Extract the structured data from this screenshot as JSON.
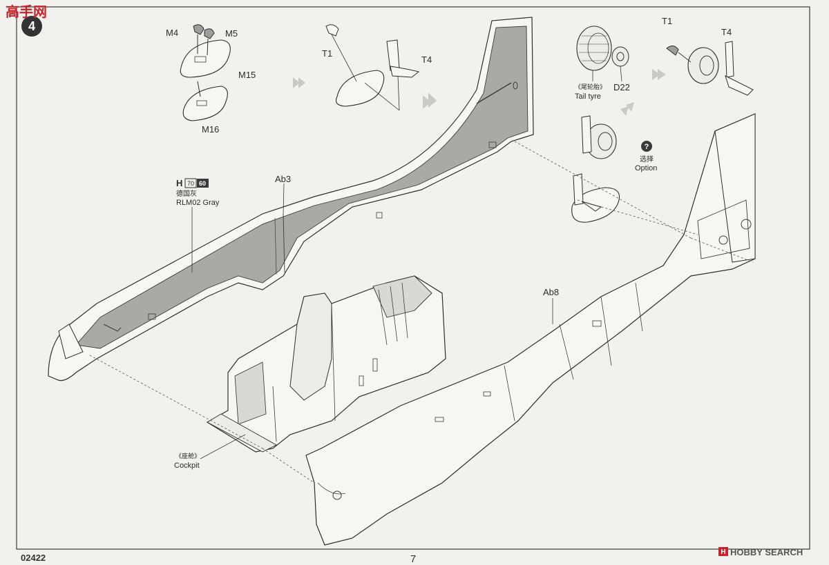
{
  "step": {
    "number": "4",
    "watermark_text": "高手网"
  },
  "part_labels": {
    "m4": "M4",
    "m5": "M5",
    "m15": "M15",
    "m16": "M16",
    "t1_left": "T1",
    "t4_left": "T4",
    "t1_right": "T1",
    "t4_right": "T4",
    "d22": "D22",
    "ab3": "Ab3",
    "ab8": "Ab8"
  },
  "tail_tyre": {
    "cn": "《尾轮胎》",
    "en": "Tail tyre"
  },
  "option": {
    "mark": "?",
    "cn": "选择",
    "en": "Option"
  },
  "paint": {
    "code_letter": "H",
    "code_a": "70",
    "code_b": "60",
    "cn": "德国灰",
    "en": "RLM02 Gray",
    "swatch_color": "#9d9d9d"
  },
  "cockpit": {
    "cn": "《座舱》",
    "en": "Cockpit"
  },
  "footer": {
    "kit_number": "02422",
    "page_number": "7",
    "brand": "HOBBY SEARCH",
    "brand_mark": "H"
  },
  "colors": {
    "line": "#2d2d2d",
    "interior_gray": "#a9a9a6",
    "paper": "#f1f1ee",
    "brand_red": "#c8232c"
  }
}
